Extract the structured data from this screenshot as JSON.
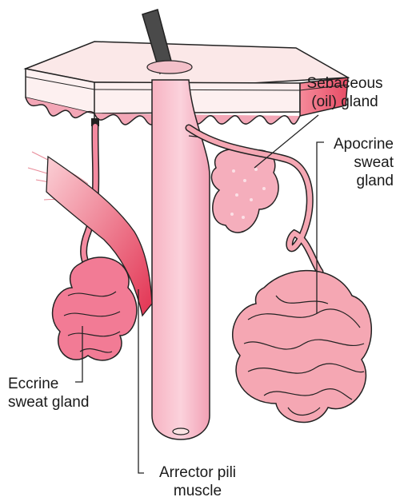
{
  "labels": {
    "sebaceous": "Sebaceous\n(oil) gland",
    "apocrine": "Apocrine\nsweat\ngland",
    "eccrine": "Eccrine\nsweat gland",
    "arrector": "Arrector pili\nmuscle"
  },
  "colors": {
    "skin_surface": "#fbe3e3",
    "skin_side": "#ee6b7d",
    "dermis_bump": "#f3a6b6",
    "follicle": "#f6a9bc",
    "follicle_light": "#fbd0da",
    "eccrine_gland": "#f06f8b",
    "muscle": "#e8485f",
    "apocrine_gland": "#f5a7b3",
    "hair": "#4a4a4a",
    "outline": "#222222"
  }
}
